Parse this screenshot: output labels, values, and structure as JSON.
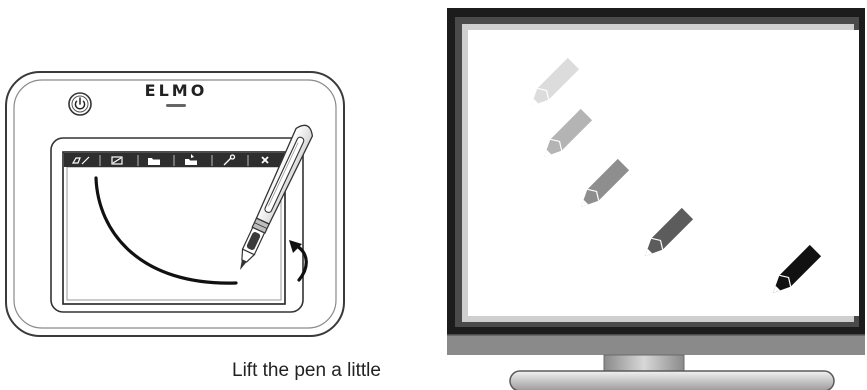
{
  "tablet": {
    "brand": "ELMO",
    "toolbar_icons": [
      "pen-tool-icon",
      "eraser-tool-icon",
      "open-folder-icon",
      "save-folder-icon",
      "settings-wrench-icon",
      "close-icon"
    ]
  },
  "monitor": {
    "pencils": [
      {
        "name": "pencil-lightest",
        "color": "#dcdcdc"
      },
      {
        "name": "pencil-light",
        "color": "#b4b4b4"
      },
      {
        "name": "pencil-medium",
        "color": "#8e8e8e"
      },
      {
        "name": "pencil-dark",
        "color": "#5c5c5c"
      },
      {
        "name": "pencil-black",
        "color": "#111111"
      }
    ]
  },
  "caption": "Lift the pen a little"
}
